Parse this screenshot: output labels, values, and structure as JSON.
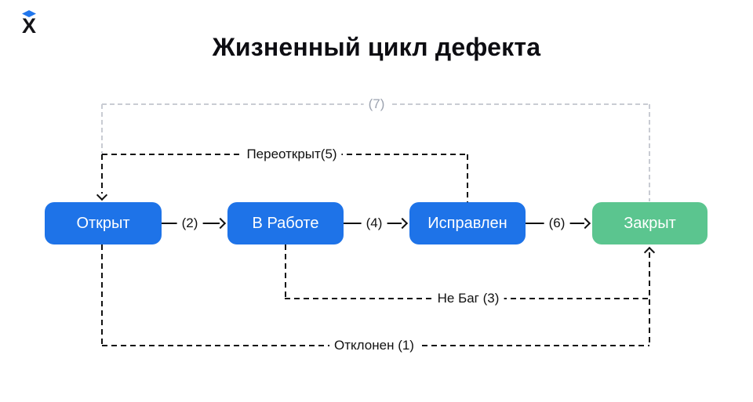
{
  "logo": {
    "letter": "X"
  },
  "title": "Жизненный цикл дефекта",
  "diagram": {
    "nodes": [
      {
        "id": "open",
        "label": "Открыт",
        "color": "#1E73E8"
      },
      {
        "id": "in_progress",
        "label": "В Работе",
        "color": "#1E73E8"
      },
      {
        "id": "fixed",
        "label": "Исправлен",
        "color": "#1E73E8"
      },
      {
        "id": "closed",
        "label": "Закрыт",
        "color": "#5BC58F"
      }
    ],
    "edges": [
      {
        "id": "open-to-inprogress",
        "label": "(2)",
        "style": "solid"
      },
      {
        "id": "inprogress-to-fixed",
        "label": "(4)",
        "style": "solid"
      },
      {
        "id": "fixed-to-closed",
        "label": "(6)",
        "style": "solid"
      },
      {
        "id": "fixed-to-open-reopened",
        "label": "Переоткрыт(5)",
        "style": "dashed"
      },
      {
        "id": "closed-to-open",
        "label": "(7)",
        "style": "dashed-gray"
      },
      {
        "id": "inprogress-to-closed-notbug",
        "label": "Не Баг (3)",
        "style": "dashed"
      },
      {
        "id": "open-to-closed-rejected",
        "label": "Отклонен (1)",
        "style": "dashed"
      }
    ]
  },
  "colors": {
    "node_blue": "#1E73E8",
    "node_green": "#5BC58F",
    "line_black": "#111111",
    "line_gray": "#C9CCD3",
    "gray_label_text": "#9CA3B0",
    "logo_accent": "#2176EC",
    "background": "#FFFFFF"
  }
}
